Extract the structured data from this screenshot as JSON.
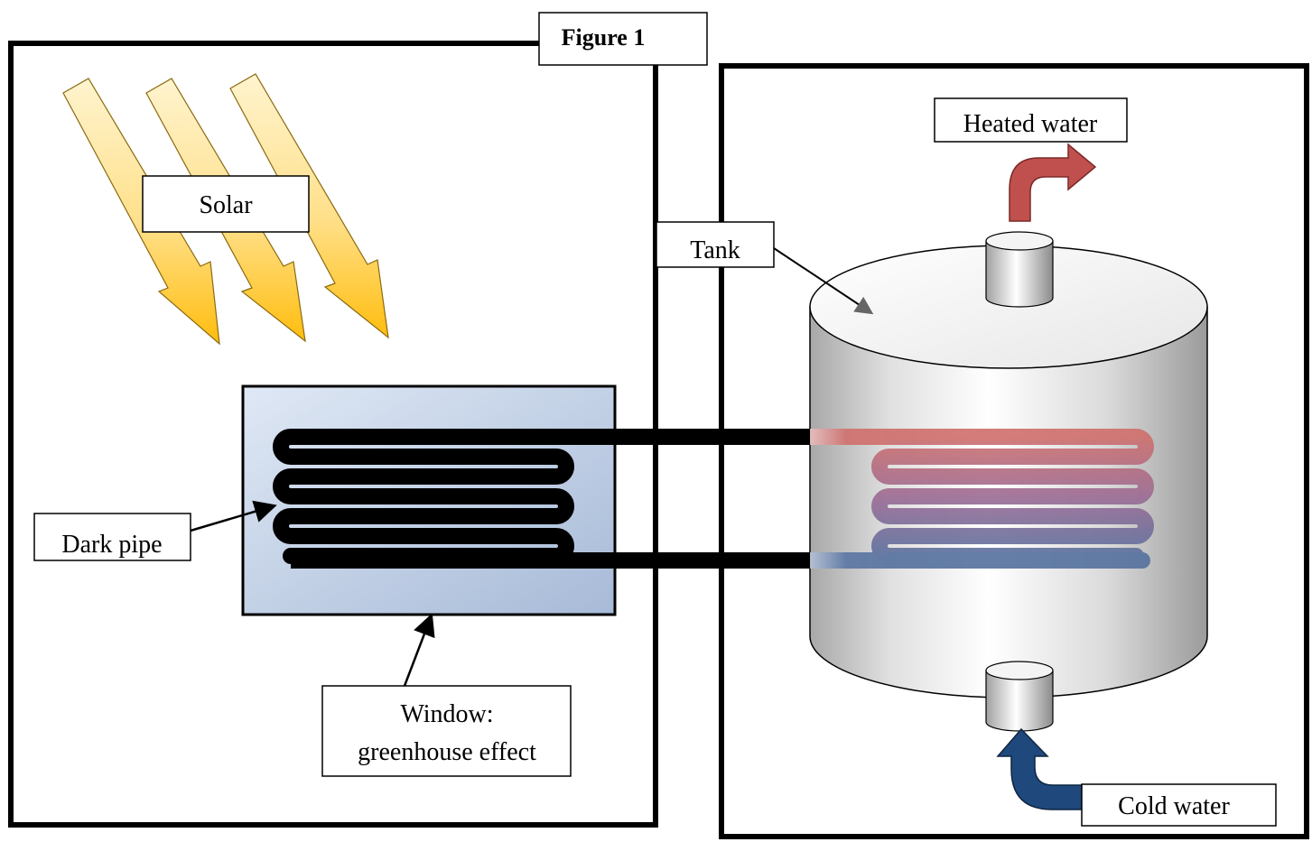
{
  "figure_title": "Figure 1",
  "labels": {
    "solar": "Solar",
    "tank": "Tank",
    "heated_water": "Heated water",
    "cold_water": "Cold water",
    "dark_pipe": "Dark pipe",
    "window_line1": "Window:",
    "window_line2": "greenhouse effect"
  },
  "colors": {
    "solar_arrow_light": "#fff2c8",
    "solar_arrow_dark": "#ffc21a",
    "window_glass_light": "#dde7f4",
    "window_glass_dark": "#aabdd9",
    "tank_body": "#d9d9d9",
    "pipe": "#000000",
    "hot": "#c0504d",
    "cold": "#1f497d"
  }
}
